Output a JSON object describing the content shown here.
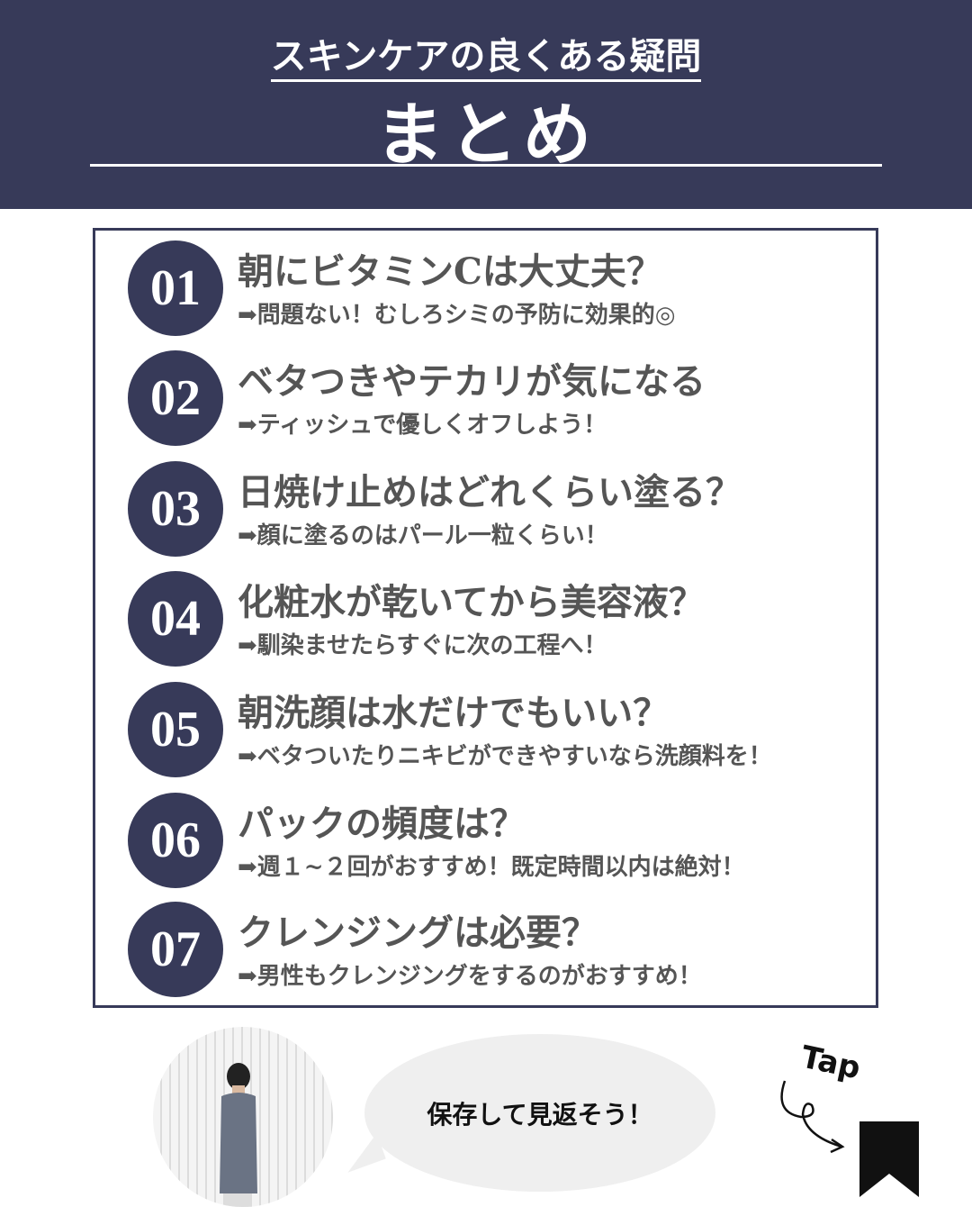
{
  "header": {
    "subtitle": "スキンケアの良くある疑問",
    "title": "まとめ"
  },
  "items": [
    {
      "num": "01",
      "q": "朝にビタミンCは大丈夫？",
      "a": "➡問題ない！むしろシミの予防に効果的◎"
    },
    {
      "num": "02",
      "q": "ベタつきやテカリが気になる",
      "a": "➡ティッシュで優しくオフしよう！"
    },
    {
      "num": "03",
      "q": "日焼け止めはどれくらい塗る？",
      "a": "➡顔に塗るのはパール一粒くらい！"
    },
    {
      "num": "04",
      "q": "化粧水が乾いてから美容液？",
      "a": "➡馴染ませたらすぐに次の工程へ！"
    },
    {
      "num": "05",
      "q": "朝洗顔は水だけでもいい？",
      "a": "➡ベタついたりニキビができやすいなら洗顔料を！"
    },
    {
      "num": "06",
      "q": "パックの頻度は？",
      "a": "➡週１~２回がおすすめ！既定時間以内は絶対！"
    },
    {
      "num": "07",
      "q": "クレンジングは必要？",
      "a": "➡男性もクレンジングをするのがおすすめ！"
    }
  ],
  "footer": {
    "bubble": "保存して見返そう！",
    "tap": "Tap"
  },
  "colors": {
    "navy": "#373a59",
    "text": "#555555"
  }
}
